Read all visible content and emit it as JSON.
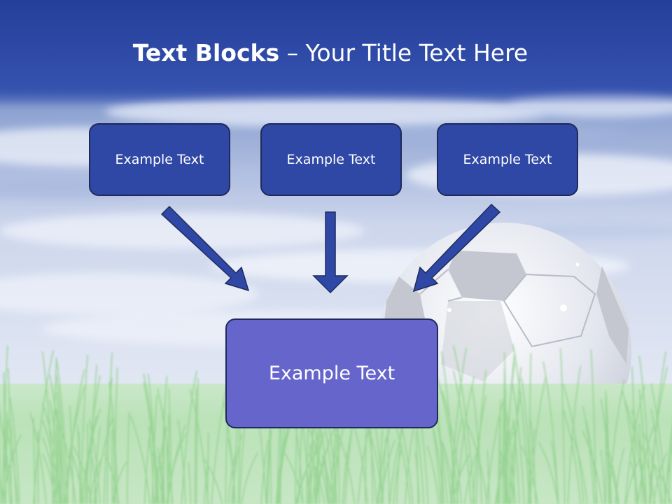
{
  "title": {
    "bold": "Text Blocks",
    "dash": " – ",
    "rest": "Your Title Text Here"
  },
  "blocks": [
    {
      "label": "Example Text"
    },
    {
      "label": "Example Text"
    },
    {
      "label": "Example Text"
    }
  ],
  "main_block": {
    "label": "Example Text"
  },
  "colors": {
    "title_band": "#2b44a0",
    "block_fill": "#2f48a6",
    "main_block_fill": "#6665cb",
    "arrow_fill": "#2f48a6",
    "grass": "#9fdc9a"
  }
}
